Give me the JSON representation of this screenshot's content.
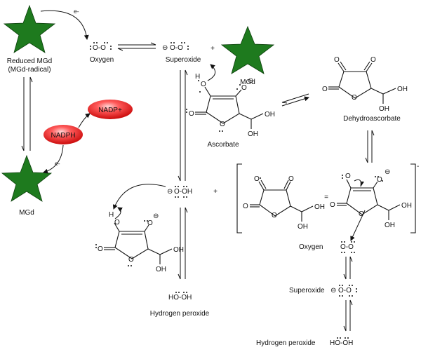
{
  "labels": {
    "reduced_mgd": "Reduced MGd",
    "mgd_radical": "(MGd-radical)",
    "mgd_left": "MGd",
    "mgd_top": "MGd",
    "nadph": "NADPH",
    "nadp_plus": "NADP+",
    "e_top": "e-",
    "e_lower": "e-",
    "oxygen_top": "Oxygen",
    "superoxide_top": "Superoxide",
    "plus_top": "+",
    "plus_mid": "+",
    "ascorbate": "Ascorbate",
    "dehydroascorbate": "Dehydroascorbate",
    "hydrogen_peroxide_mid": "Hydrogen peroxide",
    "oxygen_right": "Oxygen",
    "superoxide_right": "Superoxide",
    "hydrogen_peroxide_right": "Hydrogen peroxide",
    "equals": "=",
    "bracket_charge": "-",
    "minus_symbol": "⊖",
    "o2_formula": "O-O",
    "hooh_formula": "HO-OH",
    "ooh_formula": "O-OH",
    "atom_O": "O",
    "atom_OH": "OH",
    "atom_H": "H"
  },
  "colors": {
    "star_fill": "#1e7a1e",
    "star_stroke": "#0d3f0d",
    "pill_red": "#e01515"
  }
}
